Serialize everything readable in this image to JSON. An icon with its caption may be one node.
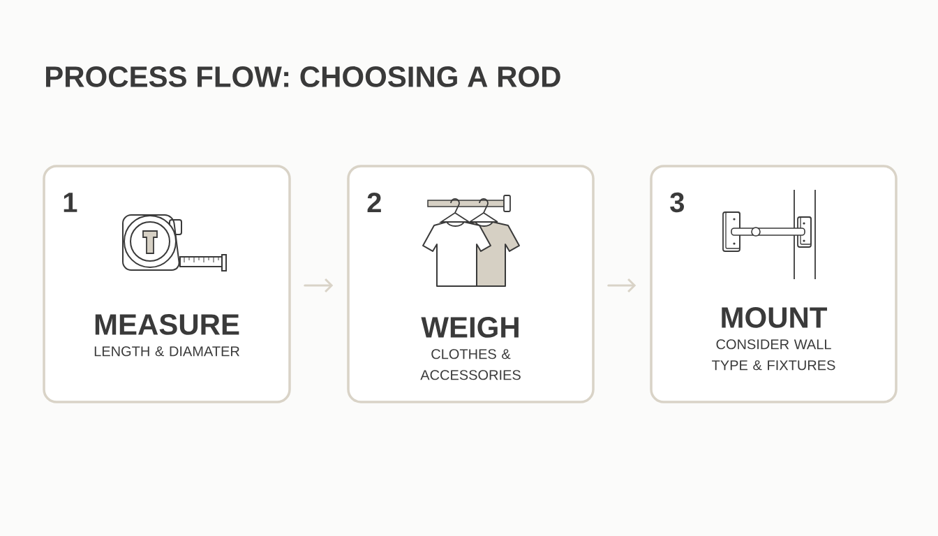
{
  "diagram": {
    "title": "PROCESS FLOW: CHOOSING A ROD",
    "nodes": [
      {
        "text": [
          "1",
          "MEASURE",
          "LENGTH & DIAMATER"
        ]
      },
      {
        "text": [
          "2",
          "WEIGH",
          "CLOTHES & ACCESSORIES"
        ]
      },
      {
        "text": [
          "3",
          "MOUNT",
          "CONSIDER WALL TYPE & FIXTURES"
        ]
      }
    ],
    "edges": [
      {
        "from": 0,
        "to": 1,
        "arrow": "to"
      },
      {
        "from": 1,
        "to": 2,
        "arrow": "to"
      }
    ]
  }
}
